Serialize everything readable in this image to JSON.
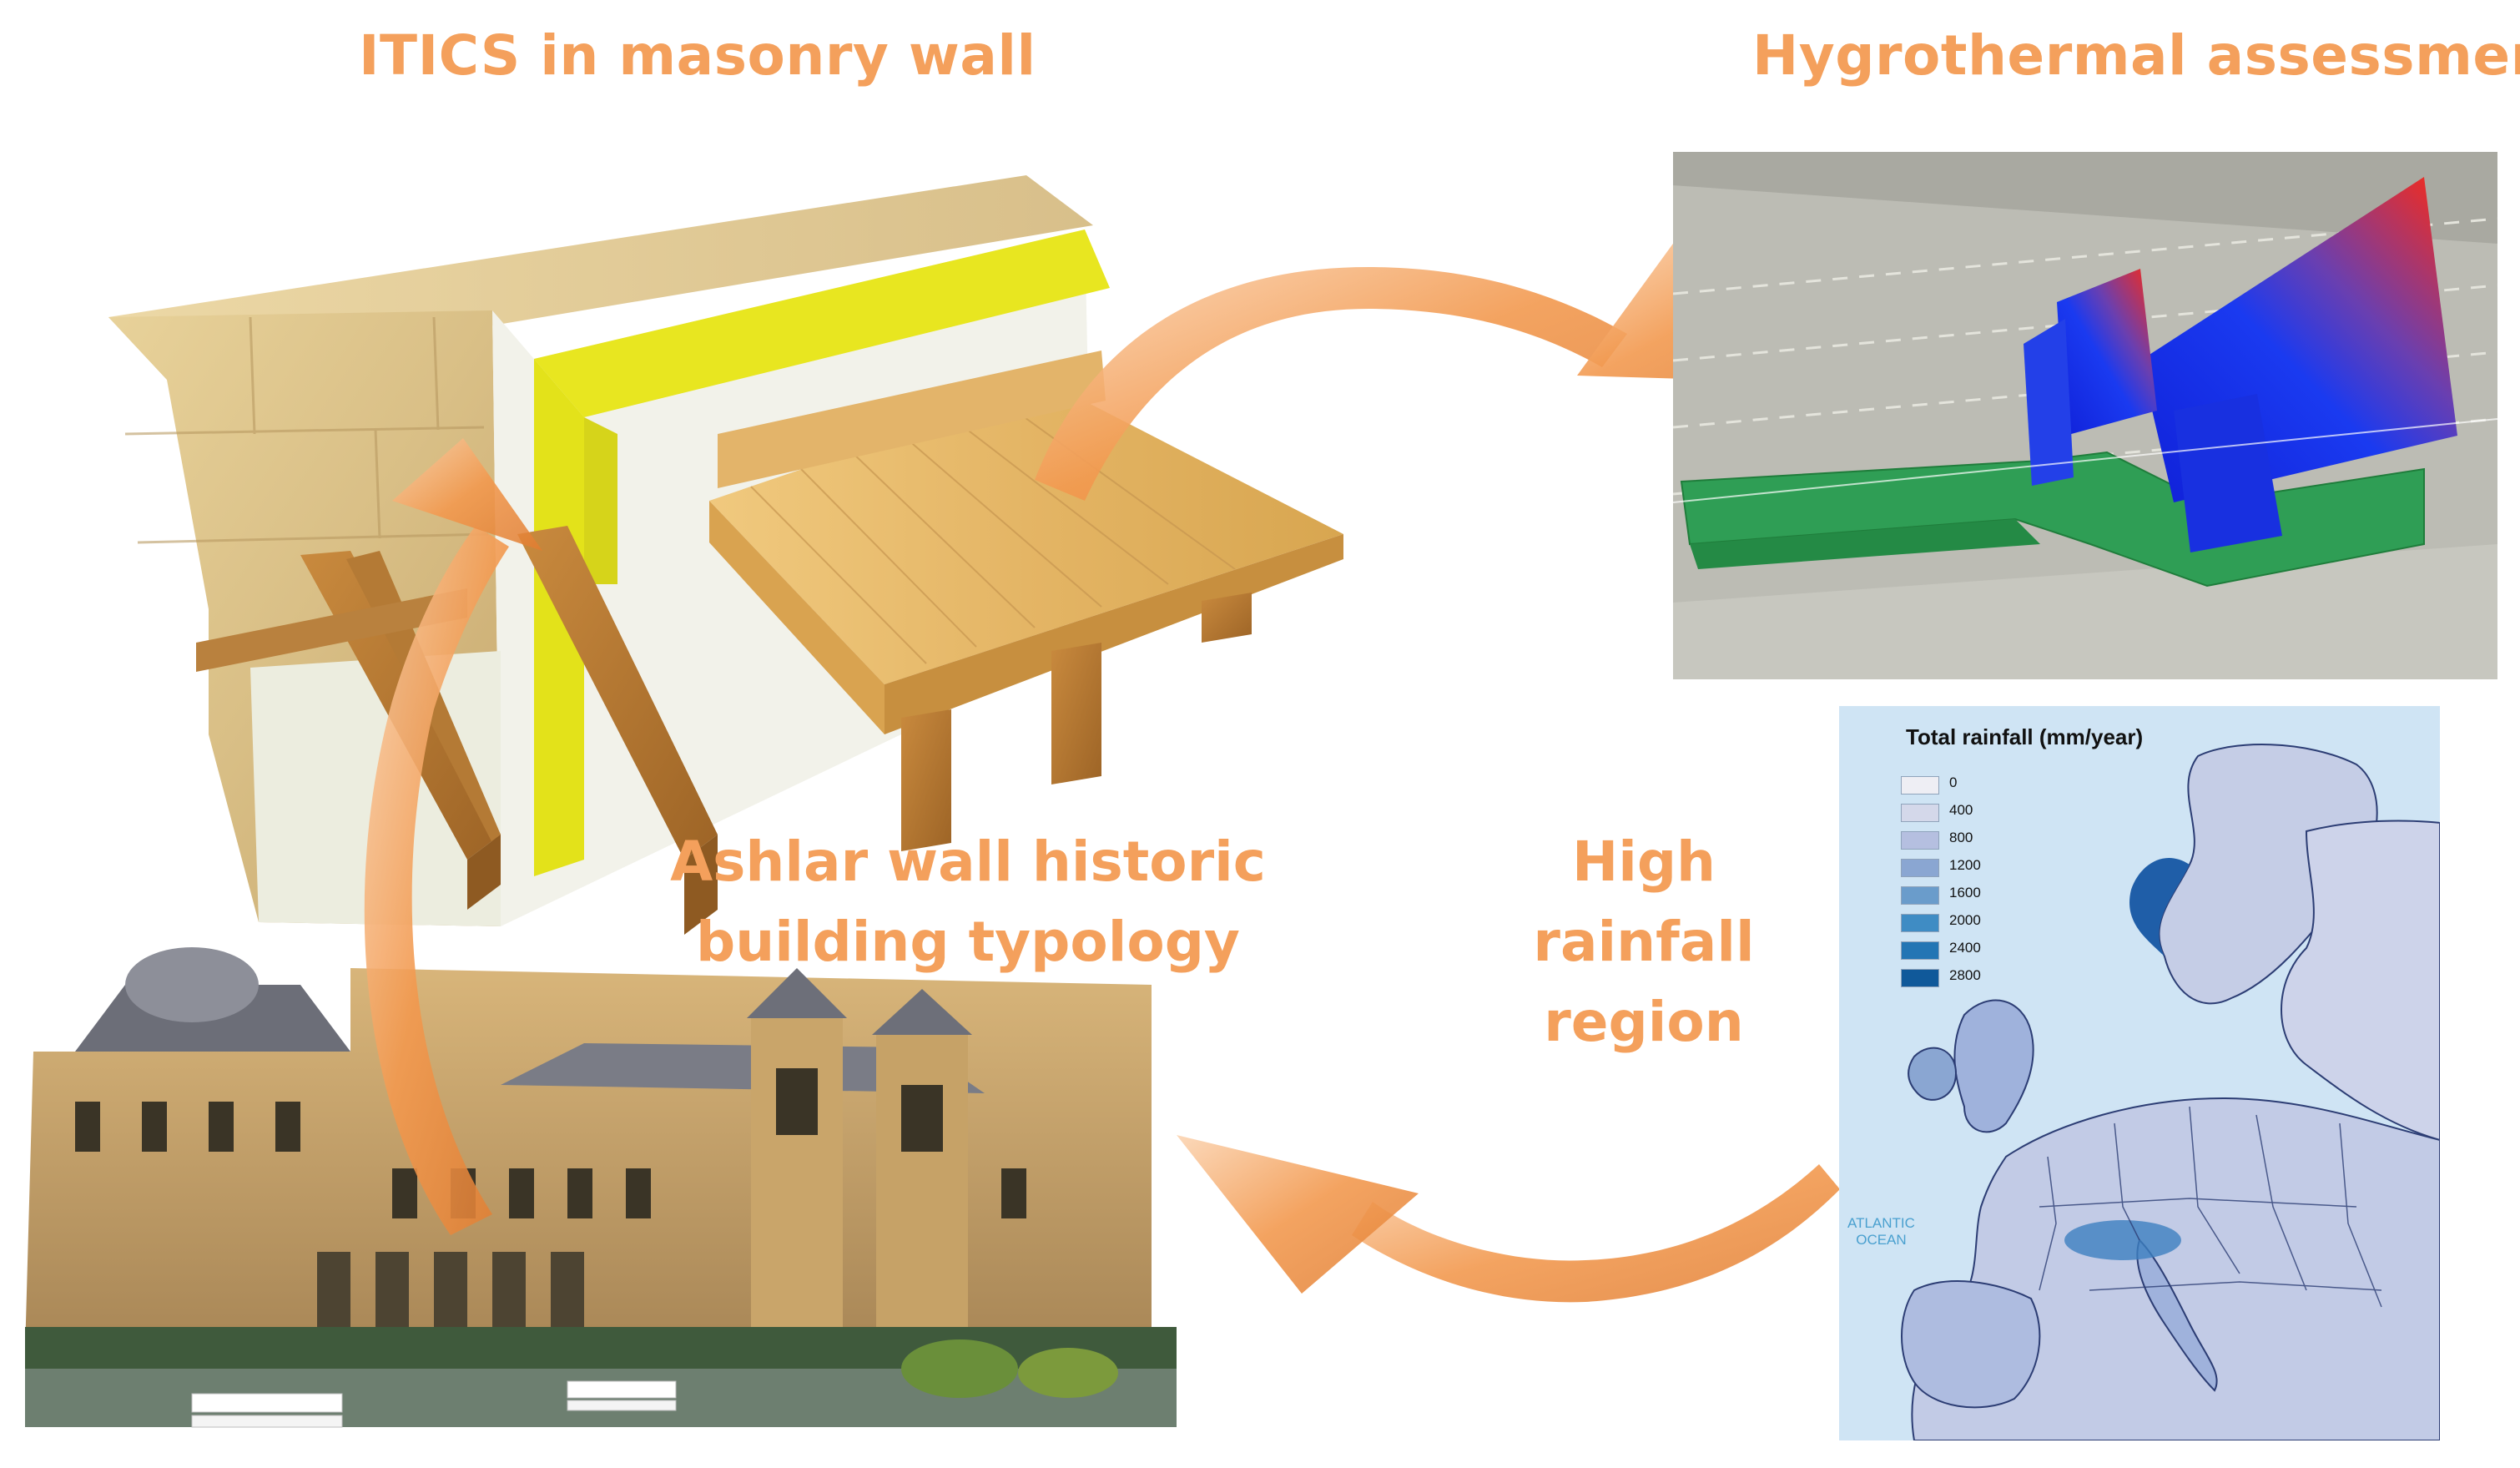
{
  "titles": {
    "itics": "ITICS in masonry wall",
    "hygro": "Hygrothermal assessment",
    "ashlar": "Ashlar wall historic building typology",
    "rain_line1": "High rainfall",
    "rain_line2": "region"
  },
  "map": {
    "title": "Total rainfall  (mm/year)",
    "legend": [
      {
        "label": "0",
        "color": "#eeeeF4"
      },
      {
        "label": "400",
        "color": "#d4d8ea"
      },
      {
        "label": "800",
        "color": "#b5bfe0"
      },
      {
        "label": "1200",
        "color": "#8aa6d2"
      },
      {
        "label": "1600",
        "color": "#6a9ccb"
      },
      {
        "label": "2000",
        "color": "#3f8cc4"
      },
      {
        "label": "2400",
        "color": "#2375b4"
      },
      {
        "label": "2800",
        "color": "#10599a"
      }
    ],
    "ocean_line1": "ATLANTIC",
    "ocean_line2": "OCEAN"
  },
  "colors": {
    "accent": "#F4A05C",
    "arrow": "#F3A164"
  }
}
